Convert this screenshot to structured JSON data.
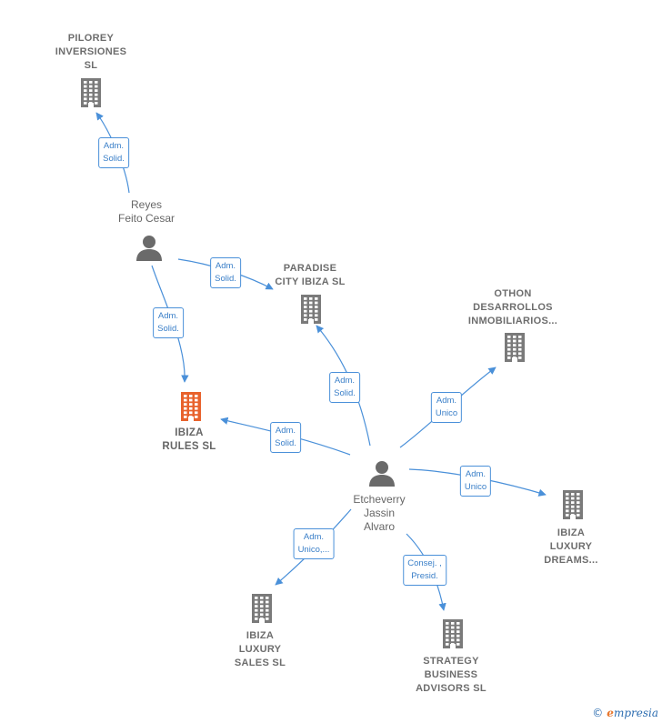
{
  "nodes": {
    "pilorey": {
      "label": "PILOREY\nINVERSIONES\nSL",
      "type": "company"
    },
    "reyes": {
      "label": "Reyes\nFeito Cesar",
      "type": "person"
    },
    "paradise": {
      "label": "PARADISE\nCITY IBIZA  SL",
      "type": "company"
    },
    "othon": {
      "label": "OTHON\nDESARROLLOS\nINMOBILIARIOS...",
      "type": "company"
    },
    "ibiza_rules": {
      "label": "IBIZA\nRULES  SL",
      "type": "company",
      "highlight": true
    },
    "etcheverry": {
      "label": "Etcheverry\nJassin\nAlvaro",
      "type": "person"
    },
    "ibiza_dreams": {
      "label": "IBIZA\nLUXURY\nDREAMS...",
      "type": "company"
    },
    "ibiza_sales": {
      "label": "IBIZA\nLUXURY\nSALES  SL",
      "type": "company"
    },
    "strategy": {
      "label": "STRATEGY\nBUSINESS\nADVISORS SL",
      "type": "company"
    }
  },
  "edges": [
    {
      "from": "reyes",
      "to": "pilorey",
      "label": "Adm.\nSolid."
    },
    {
      "from": "reyes",
      "to": "paradise",
      "label": "Adm.\nSolid."
    },
    {
      "from": "reyes",
      "to": "ibiza_rules",
      "label": "Adm.\nSolid."
    },
    {
      "from": "etcheverry",
      "to": "paradise",
      "label": "Adm.\nSolid."
    },
    {
      "from": "etcheverry",
      "to": "ibiza_rules",
      "label": "Adm.\nSolid."
    },
    {
      "from": "etcheverry",
      "to": "othon",
      "label": "Adm.\nUnico"
    },
    {
      "from": "etcheverry",
      "to": "ibiza_dreams",
      "label": "Adm.\nUnico"
    },
    {
      "from": "etcheverry",
      "to": "ibiza_sales",
      "label": "Adm.\nUnico,..."
    },
    {
      "from": "etcheverry",
      "to": "strategy",
      "label": "Consej. ,\nPresid."
    }
  ],
  "colors": {
    "edge": "#4a90d9",
    "building": "#7a7a7a",
    "focus": "#e8622c",
    "person": "#6a6a6a"
  },
  "brand": {
    "copyright": "©",
    "name": "mpresia",
    "initial": "e"
  }
}
